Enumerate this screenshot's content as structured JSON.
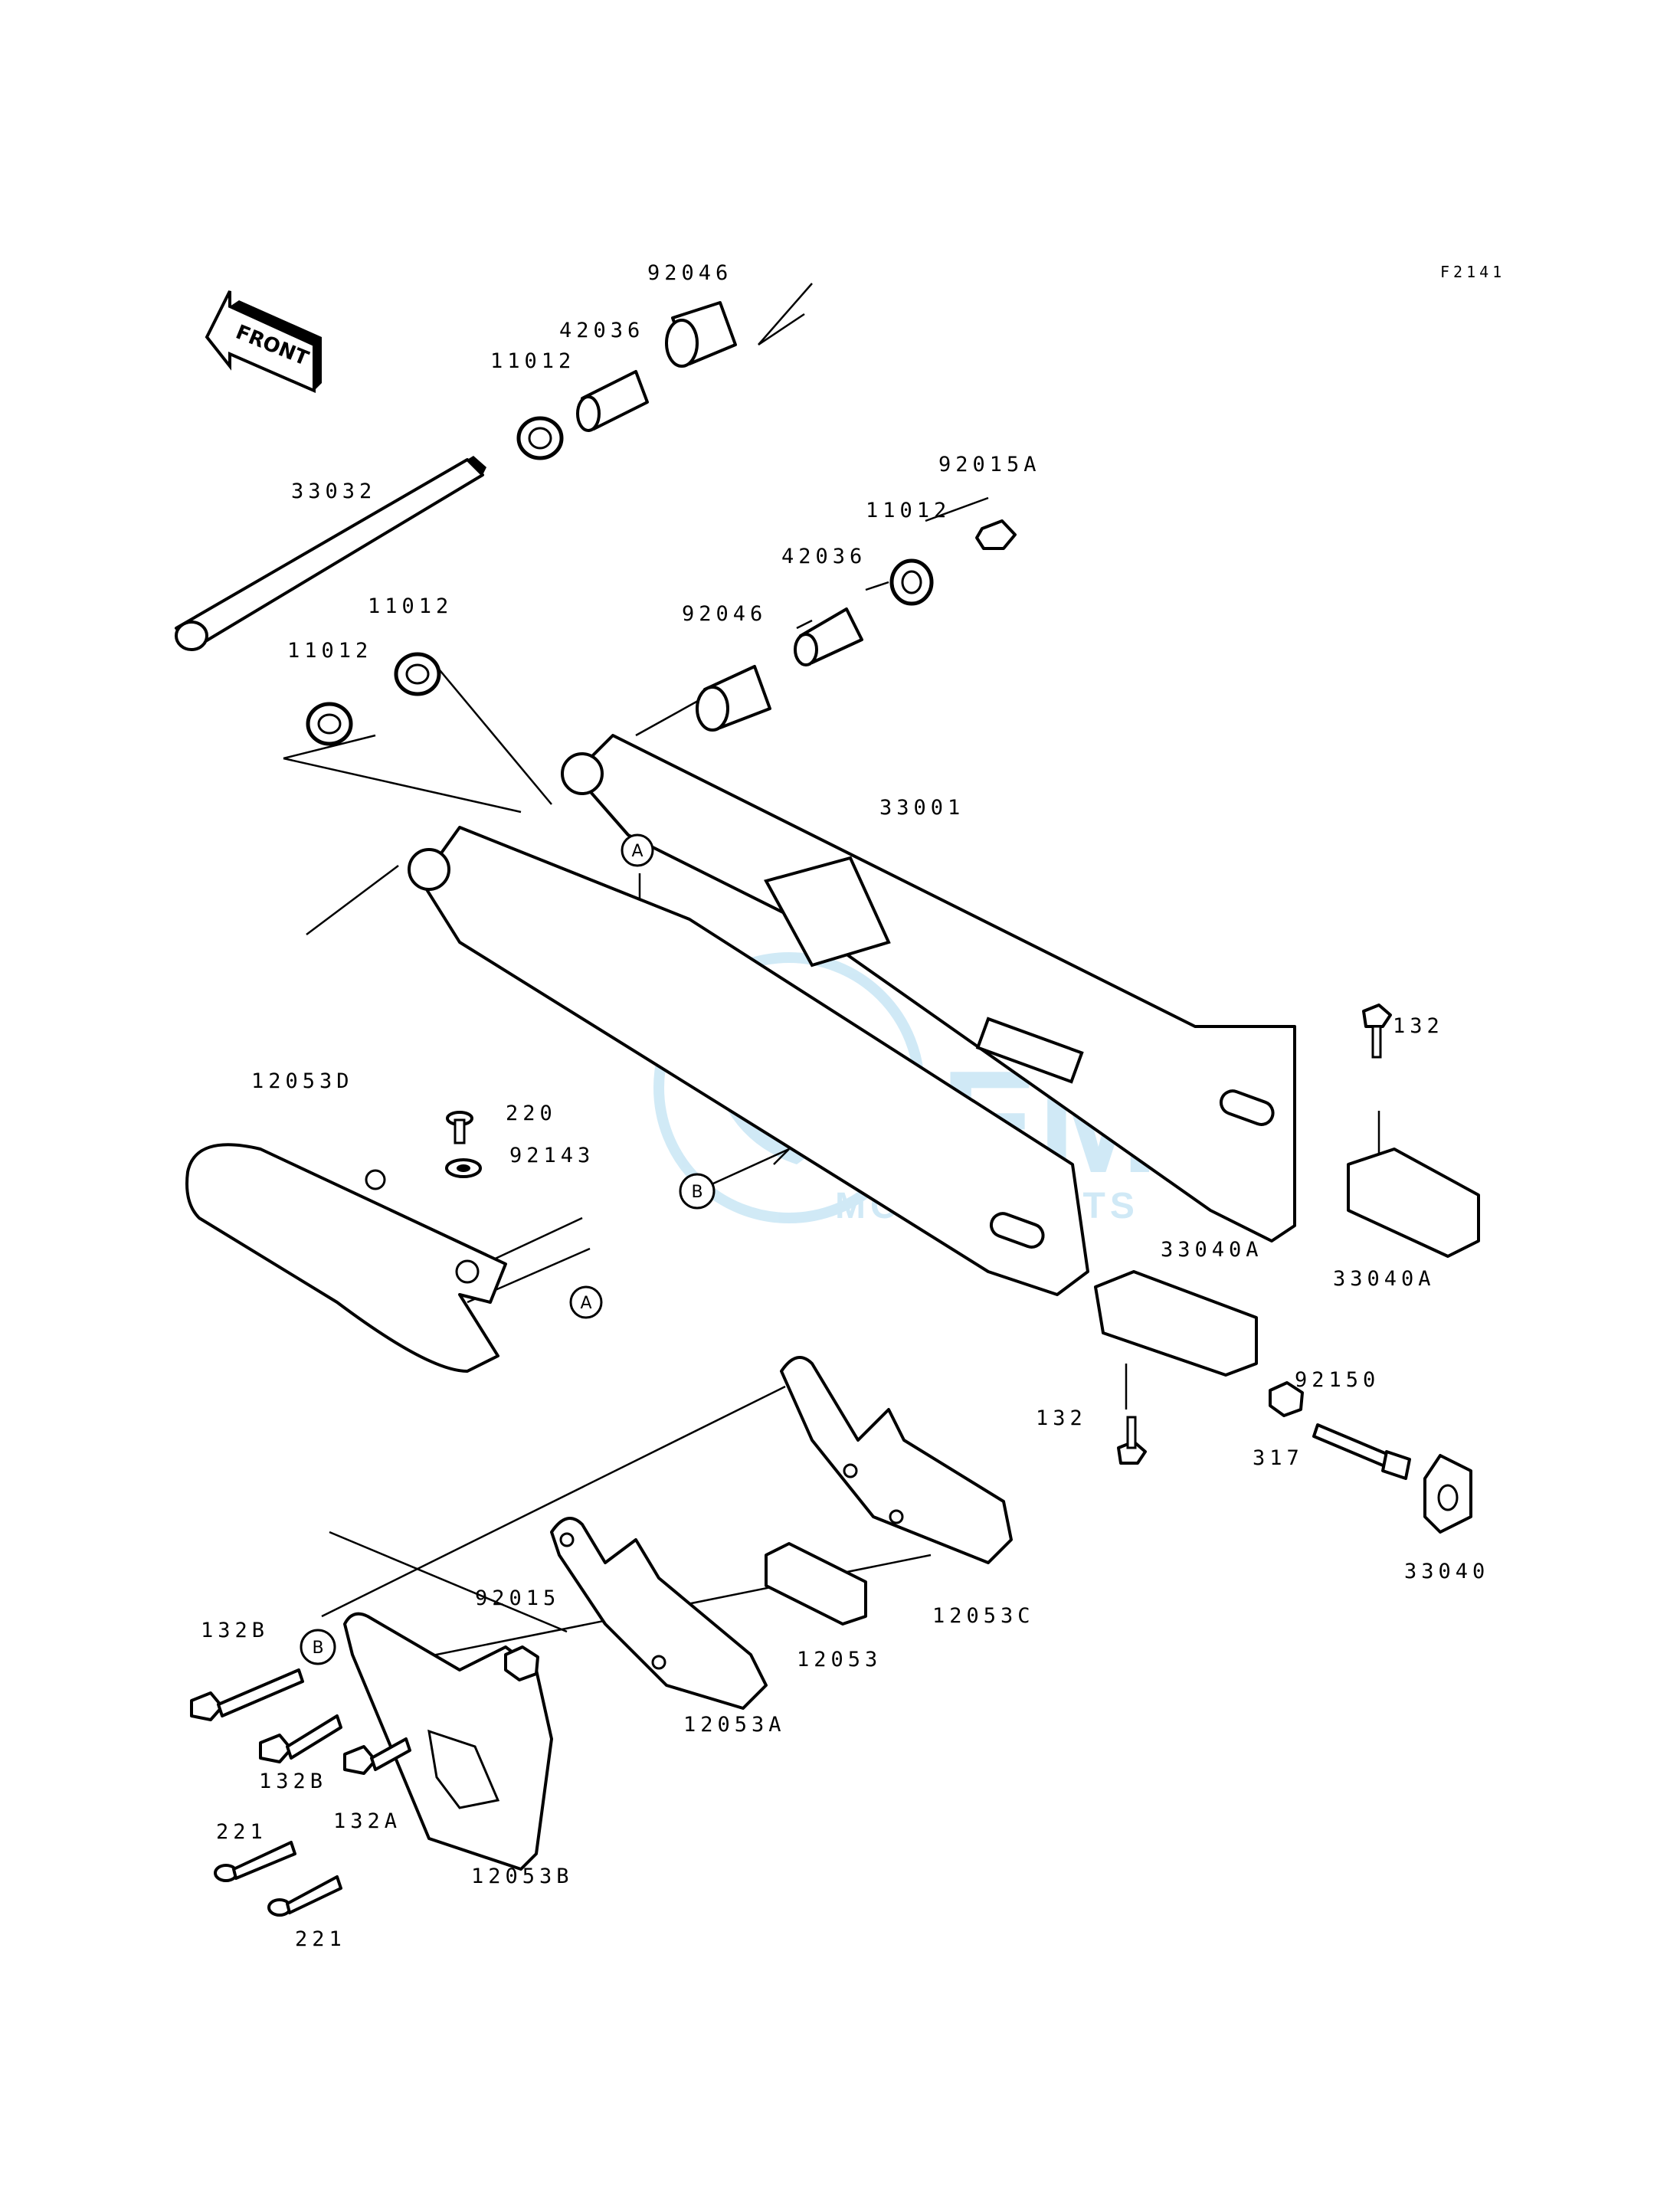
{
  "figure_ref": "F2141",
  "front_label": "FRONT",
  "watermark": {
    "brand": "OEM",
    "sub": "MOTORPARTS",
    "color": "#2f9fd8"
  },
  "markers": {
    "a": "A",
    "b": "B"
  },
  "labels": {
    "p92046_top": "92046",
    "p42036_top": "42036",
    "p11012_top": "11012",
    "p33032": "33032",
    "p92015A": "92015A",
    "p11012_right": "11012",
    "p42036_right": "42036",
    "p92046_right": "92046",
    "p11012_mid": "11012",
    "p11012_left": "11012",
    "p33001": "33001",
    "p132_right": "132",
    "p12053D": "12053D",
    "p220": "220",
    "p92143": "92143",
    "p33040A_right": "33040A",
    "p33040A_mid": "33040A",
    "p92150": "92150",
    "p132_mid": "132",
    "p317": "317",
    "p33040": "33040",
    "p92015": "92015",
    "p12053C": "12053C",
    "p12053": "12053",
    "p132B_top": "132B",
    "p132B_bottom": "132B",
    "p132A": "132A",
    "p12053A": "12053A",
    "p221_top": "221",
    "p221_bottom": "221",
    "p12053B": "12053B"
  }
}
